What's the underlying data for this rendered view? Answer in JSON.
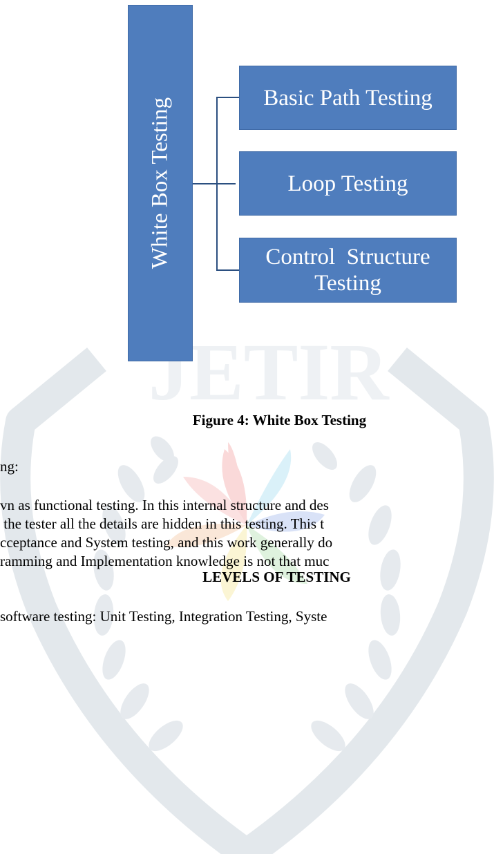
{
  "diagram": {
    "root_label": "White Box Testing",
    "children": [
      {
        "label_lines": [
          "Basic Path Testing"
        ]
      },
      {
        "label_lines": [
          "Loop Testing"
        ]
      },
      {
        "label_lines": [
          "Control  Structure",
          "Testing"
        ]
      }
    ],
    "box_color": "#4f7dbd",
    "connector_color": "#2b4f80"
  },
  "caption": "Figure 4: White Box Testing",
  "body_lines": [
    "ng:",
    "vn as functional testing. In this internal structure and des",
    " the tester all the details are hidden in this testing. This t",
    "cceptance and System testing, and this work generally do",
    "ramming and Implementation knowledge is not that muc"
  ],
  "section_heading": "LEVELS OF TESTING",
  "section_line": "software testing: Unit Testing, Integration Testing, Syste"
}
